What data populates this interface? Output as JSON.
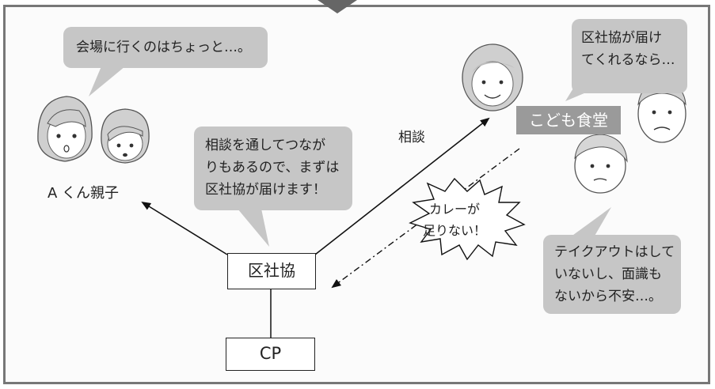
{
  "bubbles": {
    "parent_speech": "会場に行くのはちょっと…。",
    "kushakyo_speech": [
      "相談を通してつなが",
      "りもあるので、まずは",
      "区社協が届けます！"
    ],
    "receive_speech": [
      "区社協が届け",
      "てくれるなら…"
    ],
    "takeout_speech": [
      "テイクアウトはして",
      "いないし、面識も",
      "ないから不安…。"
    ]
  },
  "boxes": {
    "kushakyo": "区社協",
    "cp": "CP"
  },
  "labels": {
    "consultation": "相談",
    "parent_child": "A くん親子",
    "kodomo_shokudo": "こども食堂"
  },
  "burst": [
    "カレーが",
    "足りない！"
  ],
  "colors": {
    "frame_border": "#777777",
    "bubble_fill": "#c6c6c6",
    "label_fill": "#9a9a9a"
  }
}
